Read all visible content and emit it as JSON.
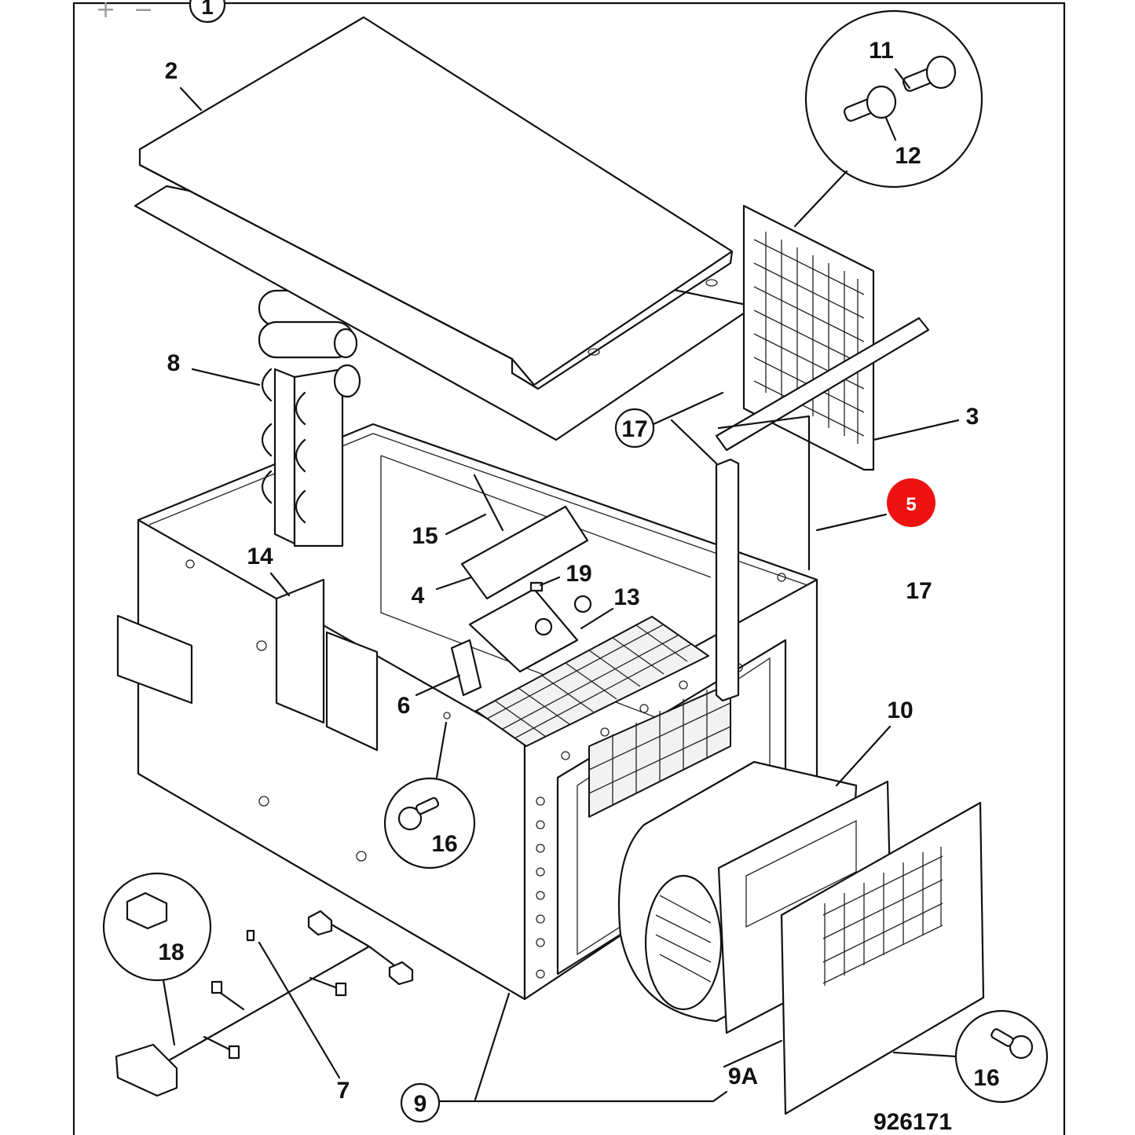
{
  "toolbar": {
    "zoom_in": "+",
    "zoom_out": "−",
    "page_marker": "1"
  },
  "figure_number": "926171",
  "highlight_color": "#ee1111",
  "labels": {
    "l2": "2",
    "l3": "3",
    "l4": "4",
    "l5": "5",
    "l6": "6",
    "l7": "7",
    "l8": "8",
    "l9": "9",
    "l9a": "9A",
    "l10": "10",
    "l11": "11",
    "l12": "12",
    "l13": "13",
    "l14": "14",
    "l15": "15",
    "l16a": "16",
    "l16b": "16",
    "l17a": "17",
    "l17b": "17",
    "l18": "18",
    "l19": "19"
  }
}
